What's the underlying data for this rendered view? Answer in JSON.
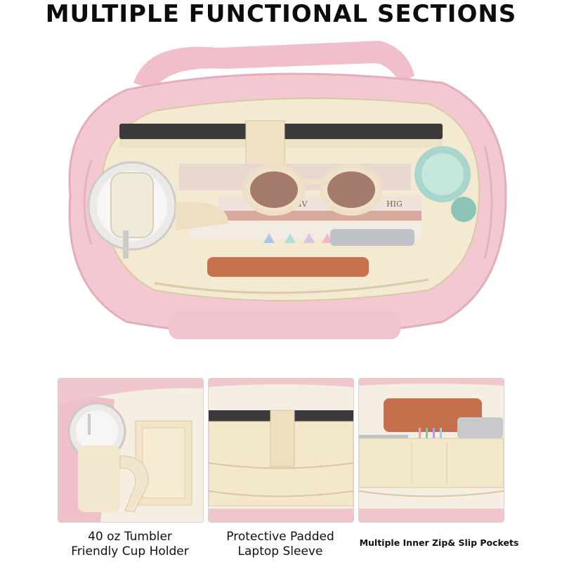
{
  "title": "MULTIPLE FUNCTIONAL SECTIONS",
  "hero": {
    "book_spine_1": "IN ZIV",
    "book_spine_2": "HIG"
  },
  "features": [
    {
      "line1": "40 oz Tumbler",
      "line2": "Friendly Cup Holder"
    },
    {
      "line1": "Protective Padded",
      "line2": "Laptop Sleeve"
    },
    {
      "line1": "Multiple Inner Zip& Slip Pockets"
    }
  ],
  "colors": {
    "bag_pink": "#f2c9d2",
    "lining_cream": "#f4ead2",
    "text": "#0c0c0c"
  }
}
